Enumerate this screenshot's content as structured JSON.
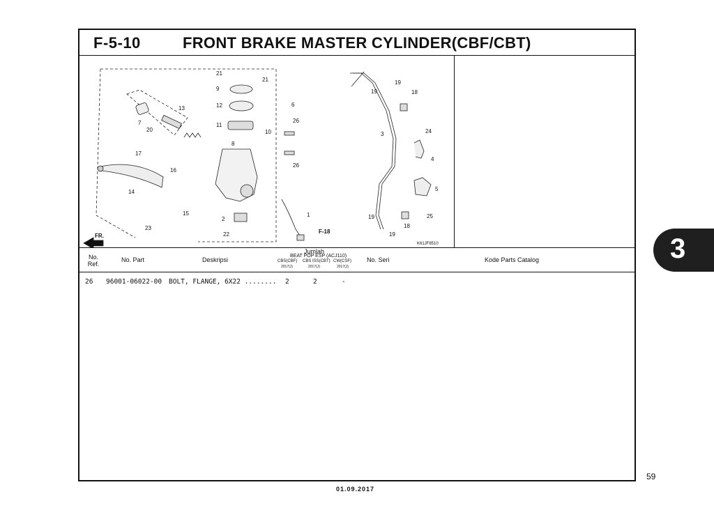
{
  "section_code": "F-5-10",
  "title": "FRONT BRAKE MASTER CYLINDER(CBF/CBT)",
  "diagram": {
    "callouts": [
      "21",
      "21",
      "9",
      "12",
      "6",
      "13",
      "7",
      "20",
      "11",
      "26",
      "8",
      "10",
      "26",
      "17",
      "16",
      "14",
      "15",
      "23",
      "2",
      "22",
      "1",
      "19",
      "19",
      "18",
      "3",
      "24",
      "4",
      "5",
      "25",
      "19",
      "18",
      "19"
    ],
    "ref_label": "F-18",
    "fr_label": "FR.",
    "figure_code": "K61JF8510"
  },
  "table_header": {
    "no_ref": "No. Ref.",
    "no_part": "No. Part",
    "deskripsi": "Deskripsi",
    "jumlah": "Jumlah",
    "model": "BEAT POP ESP (ACJ110)",
    "col1": "CBS(CBF)",
    "col1_year": "2017(J)",
    "col2": "CBS ISS(CBT)",
    "col2_year": "2017(J)",
    "col3": "CW(CSF)",
    "col3_year": "2017(J)",
    "no_seri": "No. Seri",
    "kode": "Kode Parts Catalog"
  },
  "rows": [
    {
      "ref": "26",
      "part": "96001-06022-00",
      "desc": "BOLT, FLANGE, 6X22 ........",
      "q1": "2",
      "q2": "2",
      "q3": "-"
    }
  ],
  "chapter_tab": "3",
  "page_number": "59",
  "footer_date": "01.09.2017"
}
